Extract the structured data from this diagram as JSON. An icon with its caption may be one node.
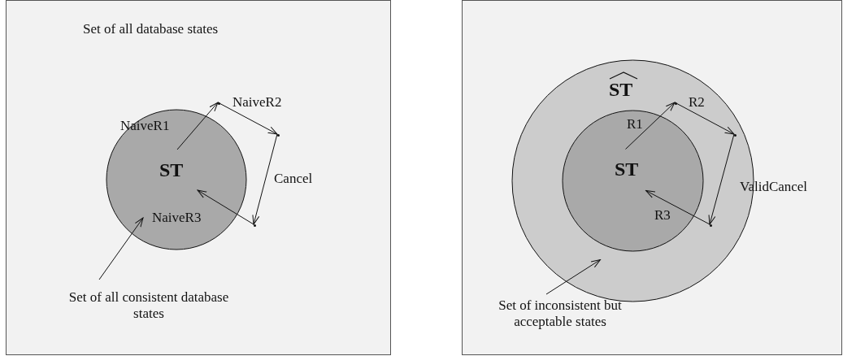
{
  "diagram": {
    "nodes": [
      {
        "text": [
          "Set of all database states"
        ]
      },
      {
        "text": [
          "ST"
        ],
        "in": 0
      },
      {
        "text": [
          "Set of all consistent database states"
        ],
        "in": 0
      },
      {
        "text": [],
        "shape": "box"
      },
      {
        "text": [
          "ST"
        ],
        "in": 3
      },
      {
        "text": [
          "ST"
        ],
        "in": 4
      },
      {
        "text": [
          "Set of inconsistent but acceptable states"
        ],
        "in": 3
      },
      {
        "text": [],
        "shape": "point",
        "in": 0
      },
      {
        "text": [],
        "shape": "point",
        "in": 0
      },
      {
        "text": [],
        "shape": "point",
        "in": 0
      },
      {
        "text": [],
        "shape": "point",
        "in": 4
      },
      {
        "text": [],
        "shape": "point",
        "in": 4
      },
      {
        "text": [],
        "shape": "point",
        "in": 4
      }
    ],
    "edges": [
      {
        "from": 1,
        "to": 7,
        "arrow": "to",
        "label": "NaiveR1"
      },
      {
        "from": 7,
        "to": 8,
        "arrow": "to",
        "label": "NaiveR2"
      },
      {
        "from": 8,
        "to": 9,
        "arrow": "to",
        "label": "Cancel"
      },
      {
        "from": 9,
        "to": 1,
        "arrow": "to",
        "label": "NaiveR3"
      },
      {
        "from": 2,
        "to": 1,
        "arrow": "to"
      },
      {
        "from": 5,
        "to": 10,
        "arrow": "to",
        "label": "R1"
      },
      {
        "from": 10,
        "to": 11,
        "arrow": "to",
        "label": "R2"
      },
      {
        "from": 11,
        "to": 12,
        "arrow": "to",
        "label": "ValidCancel"
      },
      {
        "from": 12,
        "to": 5,
        "arrow": "to",
        "label": "R3"
      },
      {
        "from": 6,
        "to": 4,
        "arrow": "to"
      }
    ]
  }
}
